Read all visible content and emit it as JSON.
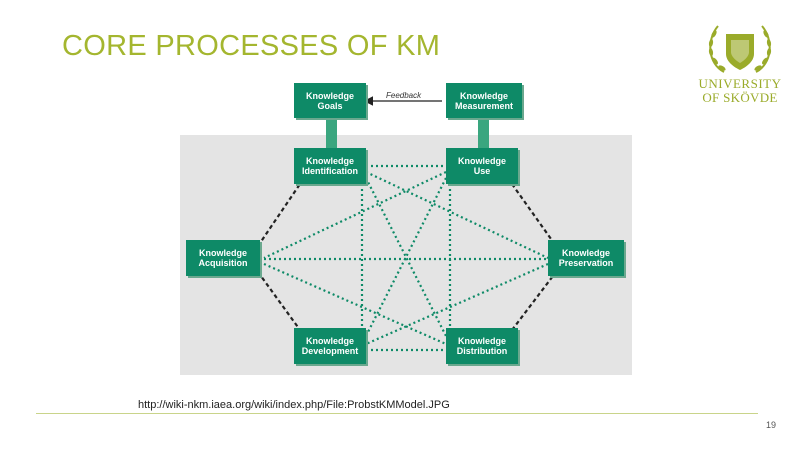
{
  "slide": {
    "title": "CORE PROCESSES OF KM",
    "source": "http://wiki-nkm.iaea.org/wiki/index.php/File:ProbstKMModel.JPG",
    "page_number": "19"
  },
  "logo": {
    "line1": "UNIVERSITY",
    "line2": "OF SKÖVDE"
  },
  "diagram": {
    "feedback_label": "Feedback",
    "nodes": {
      "goals": [
        "Knowledge",
        "Goals"
      ],
      "measurement": [
        "Knowledge",
        "Measurement"
      ],
      "identification": [
        "Knowledge",
        "Identification"
      ],
      "use": [
        "Knowledge",
        "Use"
      ],
      "acquisition": [
        "Knowledge",
        "Acquisition"
      ],
      "preservation": [
        "Knowledge",
        "Preservation"
      ],
      "development": [
        "Knowledge",
        "Development"
      ],
      "distribution": [
        "Knowledge",
        "Distribution"
      ]
    }
  },
  "colors": {
    "title": "#a4b62f",
    "node": "#0e8a67",
    "dotted_link": "#0e8a67",
    "dashed_link": "#222222",
    "panel": "#e4e4e4"
  }
}
